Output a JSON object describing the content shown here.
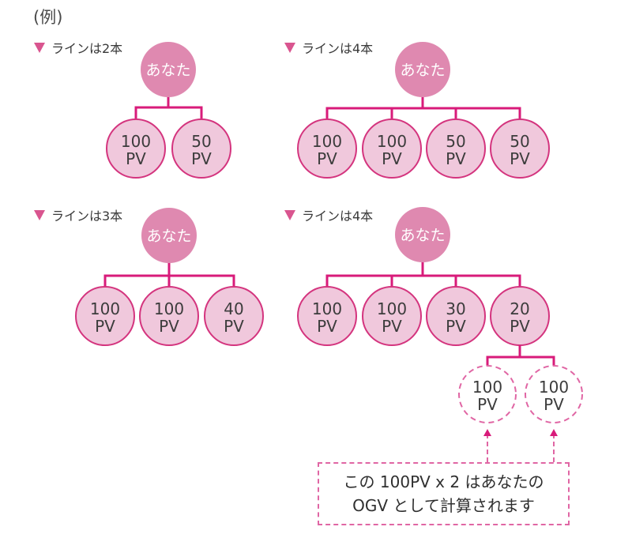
{
  "heading": "(例)",
  "colors": {
    "root_fill": "#df89b0",
    "child_fill": "#f0c8dc",
    "child_stroke": "#d4347e",
    "line": "#d81b7a",
    "dashed": "#e066a4",
    "text": "#3c3c3c",
    "root_text": "#ffffff"
  },
  "trees": [
    {
      "label": "ラインは2本",
      "root": "あなた",
      "children": [
        {
          "value": "100",
          "unit": "PV"
        },
        {
          "value": "50",
          "unit": "PV"
        }
      ]
    },
    {
      "label": "ラインは4本",
      "root": "あなた",
      "children": [
        {
          "value": "100",
          "unit": "PV"
        },
        {
          "value": "100",
          "unit": "PV"
        },
        {
          "value": "50",
          "unit": "PV"
        },
        {
          "value": "50",
          "unit": "PV"
        }
      ]
    },
    {
      "label": "ラインは3本",
      "root": "あなた",
      "children": [
        {
          "value": "100",
          "unit": "PV"
        },
        {
          "value": "100",
          "unit": "PV"
        },
        {
          "value": "40",
          "unit": "PV"
        }
      ]
    },
    {
      "label": "ラインは4本",
      "root": "あなた",
      "children": [
        {
          "value": "100",
          "unit": "PV"
        },
        {
          "value": "100",
          "unit": "PV"
        },
        {
          "value": "30",
          "unit": "PV"
        },
        {
          "value": "20",
          "unit": "PV",
          "downline": [
            {
              "value": "100",
              "unit": "PV"
            },
            {
              "value": "100",
              "unit": "PV"
            }
          ]
        }
      ]
    }
  ],
  "note": {
    "line1": "この 100PV x 2 はあなたの",
    "line2": "OGV として計算されます"
  }
}
